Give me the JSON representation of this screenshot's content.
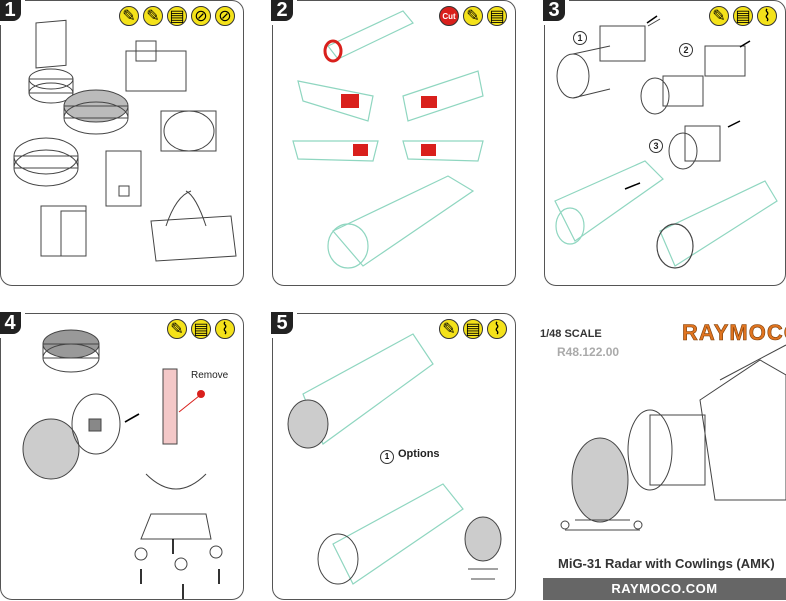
{
  "steps": [
    {
      "number": "1",
      "tools": [
        "knife-icon",
        "knife-icon",
        "file-icon",
        "no-glue-icon",
        "no-cutter-icon"
      ]
    },
    {
      "number": "2",
      "tools": [
        "cut-badge",
        "knife-icon",
        "file-icon"
      ],
      "cut_label": "Cut"
    },
    {
      "number": "3",
      "tools": [
        "knife-icon",
        "file-icon",
        "glue-icon"
      ],
      "callouts": [
        "1",
        "2",
        "3"
      ]
    },
    {
      "number": "4",
      "tools": [
        "knife-icon",
        "file-icon",
        "glue-icon"
      ],
      "remove_label": "Remove"
    },
    {
      "number": "5",
      "tools": [
        "knife-icon",
        "file-icon",
        "glue-icon"
      ],
      "option_mark": "1",
      "options_label": "Options"
    }
  ],
  "product": {
    "scale": "1/48 SCALE",
    "code": "R48.122.00",
    "brand": "RAYMOCO",
    "title": "MiG-31 Radar with Cowlings (AMK)",
    "website": "RAYMOCO.COM"
  },
  "colors": {
    "accent_yellow": "#f4e21a",
    "cut_red": "#d9201c",
    "cowling_green": "#8fd6c0",
    "brand_orange": "#e07420"
  }
}
